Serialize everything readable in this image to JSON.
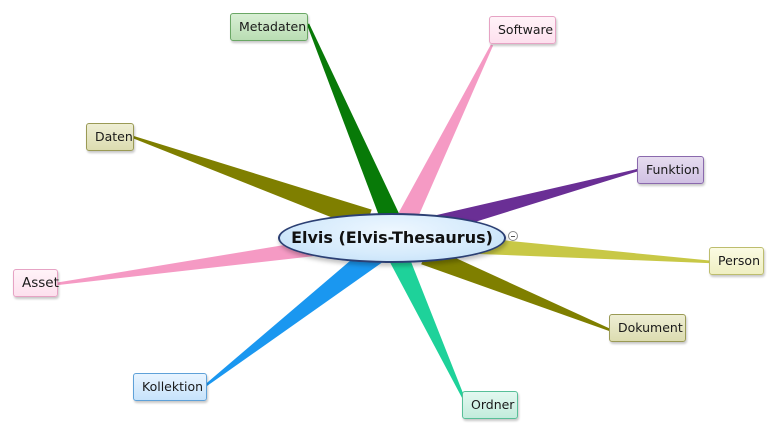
{
  "central_topic": {
    "label": "Elvis (Elvis-Thesaurus)"
  },
  "branches": [
    {
      "id": "metadaten",
      "label": "Metadaten",
      "color": "#087a08"
    },
    {
      "id": "software",
      "label": "Software",
      "color": "#f59ac4"
    },
    {
      "id": "daten",
      "label": "Daten",
      "color": "#7f7f00"
    },
    {
      "id": "funktion",
      "label": "Funktion",
      "color": "#6a2f95"
    },
    {
      "id": "person",
      "label": "Person",
      "color": "#c8c846"
    },
    {
      "id": "asset",
      "label": "Asset",
      "color": "#f59ac4"
    },
    {
      "id": "dokument",
      "label": "Dokument",
      "color": "#7f7f00"
    },
    {
      "id": "kollektion",
      "label": "Kollektion",
      "color": "#1a97f0"
    },
    {
      "id": "ordner",
      "label": "Ordner",
      "color": "#1ed29a"
    }
  ]
}
